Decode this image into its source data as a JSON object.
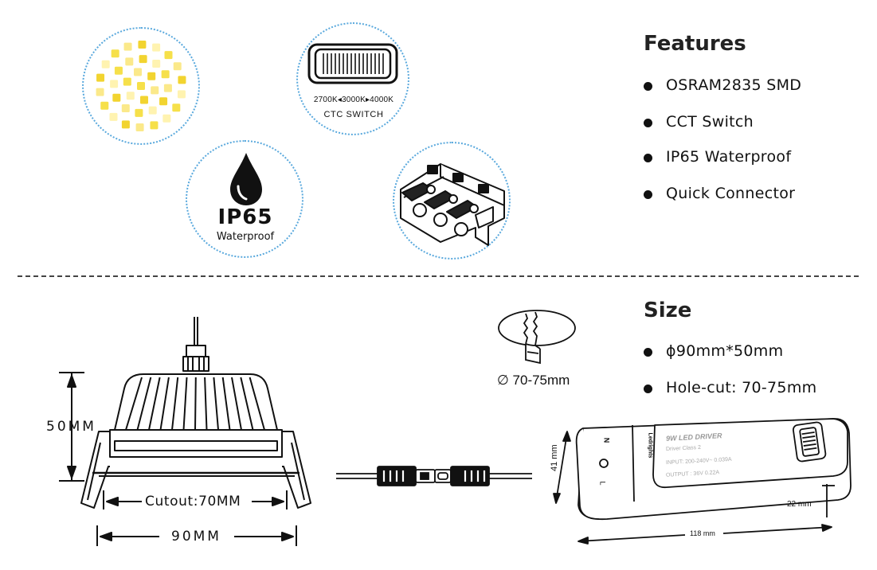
{
  "features": {
    "title": "Features",
    "items": [
      "OSRAM2835   SMD",
      "CCT Switch",
      "IP65 Waterproof",
      "Quick Connector"
    ]
  },
  "switch": {
    "range": "2700K◂3000K▸4000K",
    "label": "CTC SWITCH"
  },
  "ip": {
    "rating": "IP65",
    "label": "Waterproof"
  },
  "size": {
    "title": "Size",
    "items": [
      "ϕ90mm*50mm",
      "Hole-cut: 70-75mm"
    ]
  },
  "dimensions": {
    "height": "50MM",
    "cutout": "Cutout:70MM",
    "width": "90MM",
    "hole": "∅ 70-75mm"
  },
  "driver": {
    "title": "9W LED DRIVER",
    "class": "Driver Class 2",
    "input": "INPUT:    200-240V~ 0.039A",
    "output": "OUTPUT :  36V   0.22A",
    "brand": "Ledrights",
    "n": "N",
    "l": "L",
    "height": "41 mm",
    "thickness": "22 mm",
    "length": "118 mm"
  }
}
